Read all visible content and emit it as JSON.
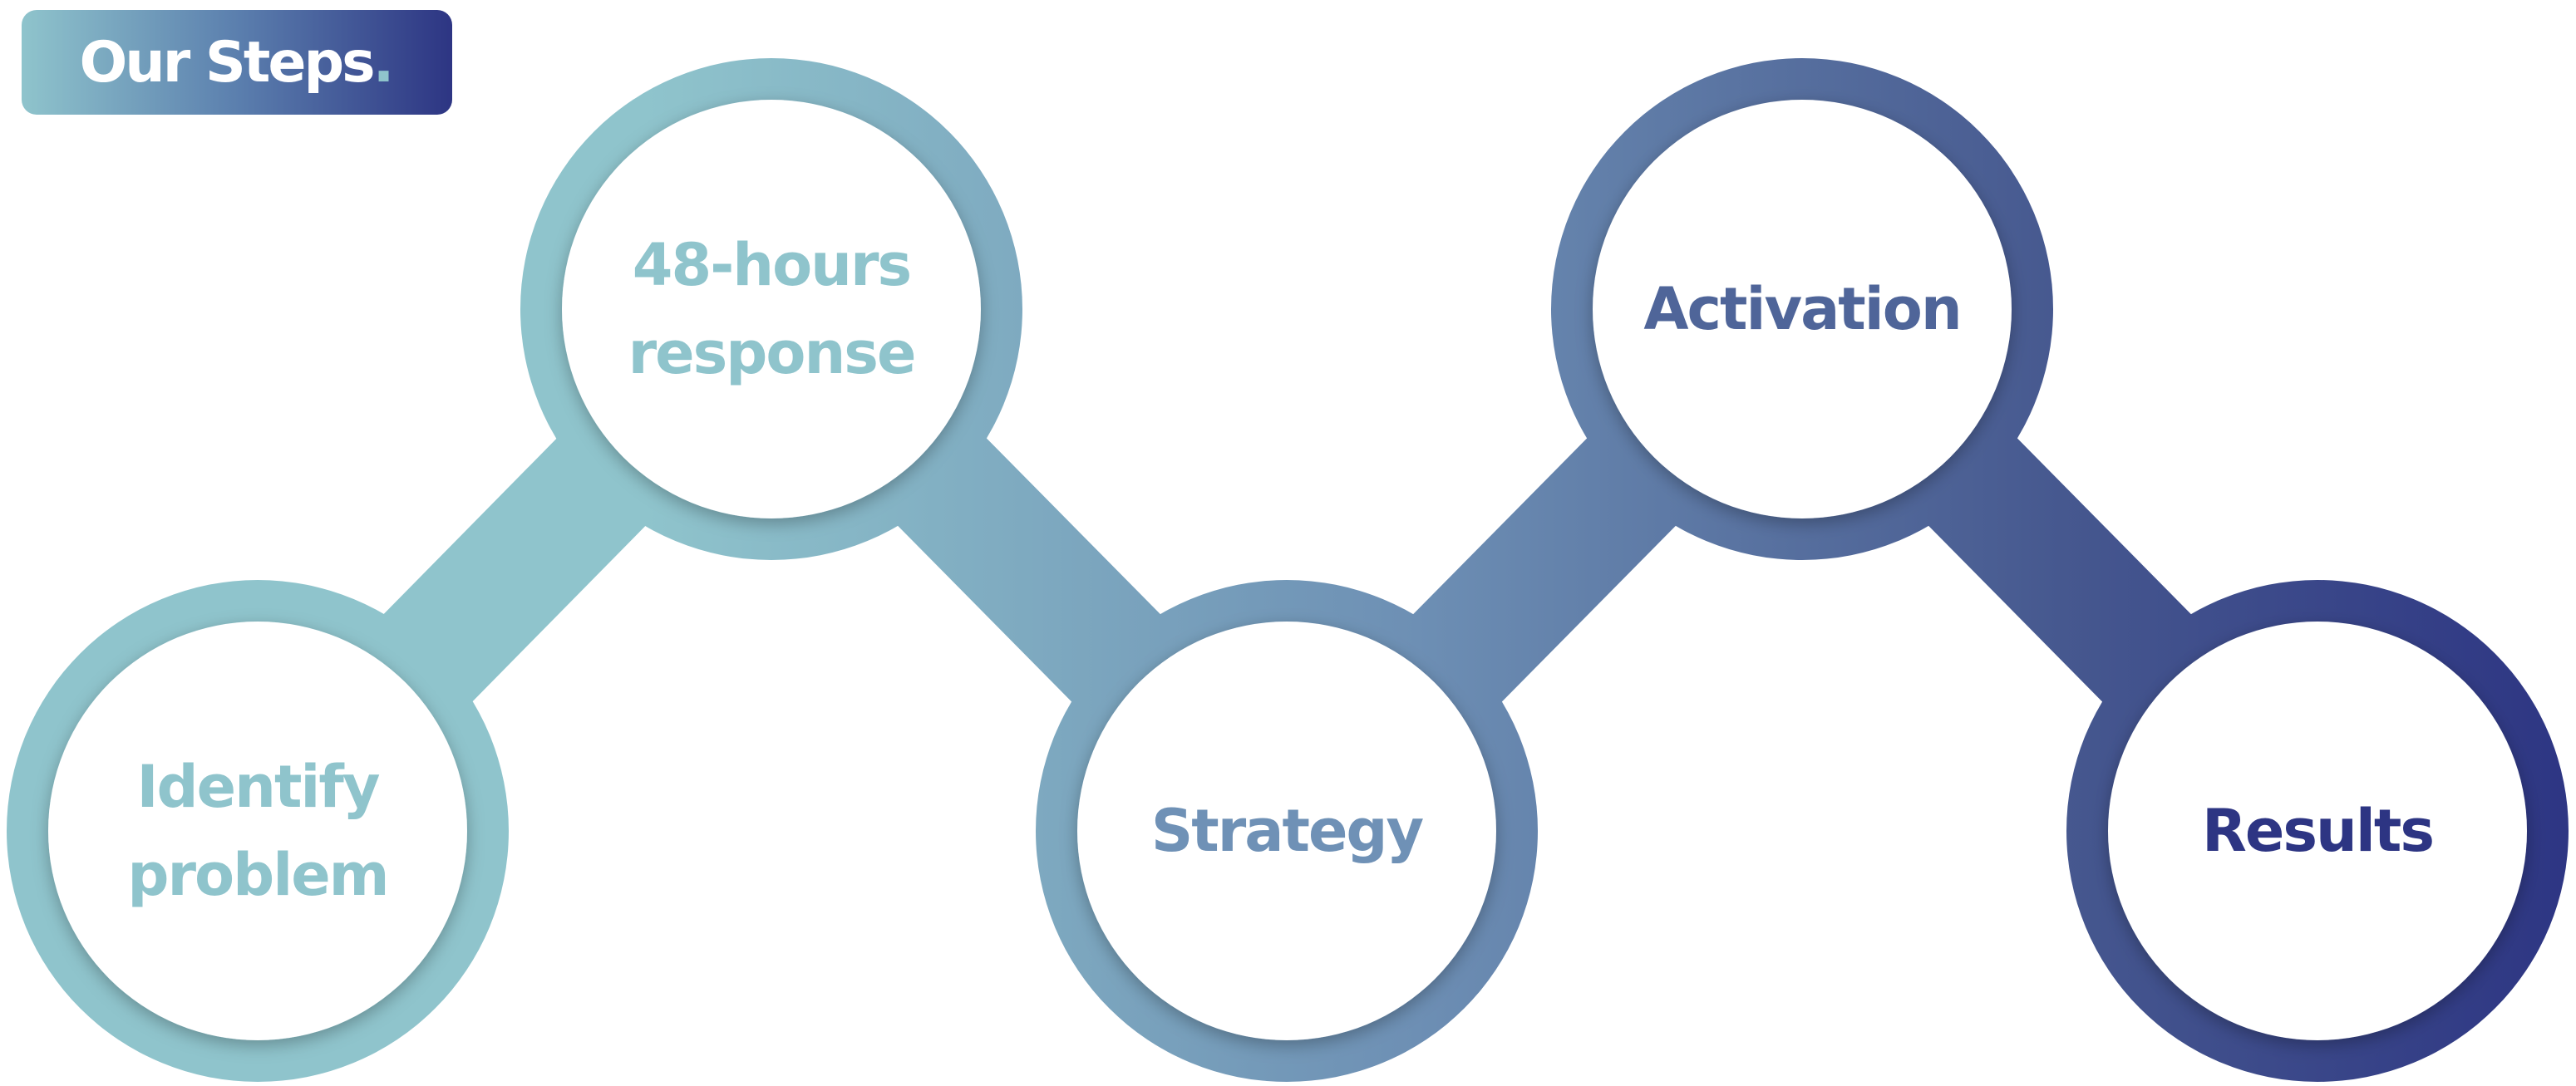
{
  "header": {
    "title": "Our Steps",
    "title_dot": "."
  },
  "colors": {
    "gradient_start": "#8fc4cc",
    "gradient_mid": "#5b7fae",
    "gradient_end": "#2d3583",
    "circle_fill": "#ffffff"
  },
  "steps": [
    {
      "lines": [
        "Identify",
        "problem"
      ],
      "color": "#8fc4cc"
    },
    {
      "lines": [
        "48-hours",
        "response"
      ],
      "color": "#8fc4cc"
    },
    {
      "lines": [
        "Strategy"
      ],
      "color": "#6f91b6"
    },
    {
      "lines": [
        "Activation"
      ],
      "color": "#4f6599"
    },
    {
      "lines": [
        "Results"
      ],
      "color": "#2d3583"
    }
  ]
}
